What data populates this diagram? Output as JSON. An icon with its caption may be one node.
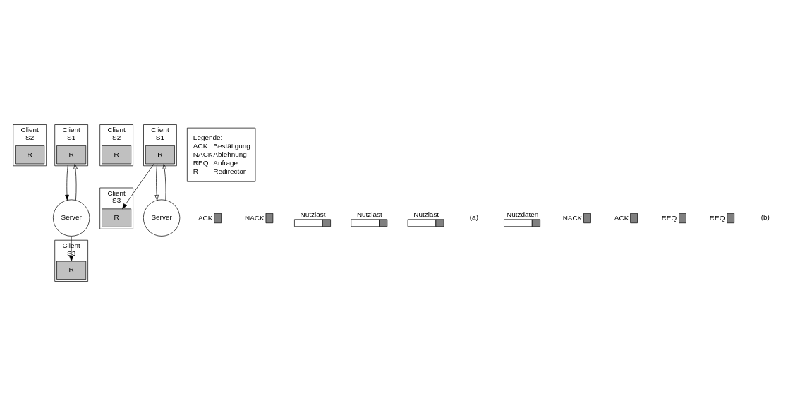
{
  "diagram": {
    "nodes": [
      {
        "text": [
          "Client",
          "S2"
        ]
      },
      {
        "text": [
          "R"
        ],
        "in": 0
      },
      {
        "text": [
          "Client",
          "S1"
        ]
      },
      {
        "text": [
          "R"
        ],
        "in": 2
      },
      {
        "text": [
          "Client",
          "S3"
        ]
      },
      {
        "text": [
          "R"
        ],
        "in": 4
      },
      {
        "text": [
          "Server"
        ]
      },
      {
        "text": [
          "Client",
          "S2"
        ]
      },
      {
        "text": [
          "R"
        ],
        "in": 7
      },
      {
        "text": [
          "Client",
          "S1"
        ]
      },
      {
        "text": [
          "R"
        ],
        "in": 9
      },
      {
        "text": [
          "Client",
          "S3"
        ]
      },
      {
        "text": [
          "R"
        ],
        "in": 11
      },
      {
        "text": [
          "Server"
        ]
      },
      {
        "text": [
          "Legende:",
          "ACK",
          "Bestätigung",
          "NACK",
          "Ablehnung",
          "REQ",
          "Anfrage",
          "R",
          "Redirector"
        ]
      }
    ],
    "edges": [
      {
        "from": 3,
        "to": 6,
        "arrow": "to"
      },
      {
        "from": 6,
        "to": 3,
        "arrow": "to"
      },
      {
        "from": 6,
        "to": 5,
        "arrow": "to"
      },
      {
        "from": 10,
        "to": 12,
        "arrow": "to"
      },
      {
        "from": 13,
        "to": 10,
        "arrow": "to"
      },
      {
        "from": 10,
        "to": 13,
        "arrow": "to"
      }
    ],
    "labels": [
      "ACK",
      "NACK",
      "Nutzlast",
      "Nutzlast",
      "Nutzlast",
      "(a)",
      "Nutzdaten",
      "NACK",
      "ACK",
      "REQ",
      "REQ",
      "(b)"
    ]
  }
}
